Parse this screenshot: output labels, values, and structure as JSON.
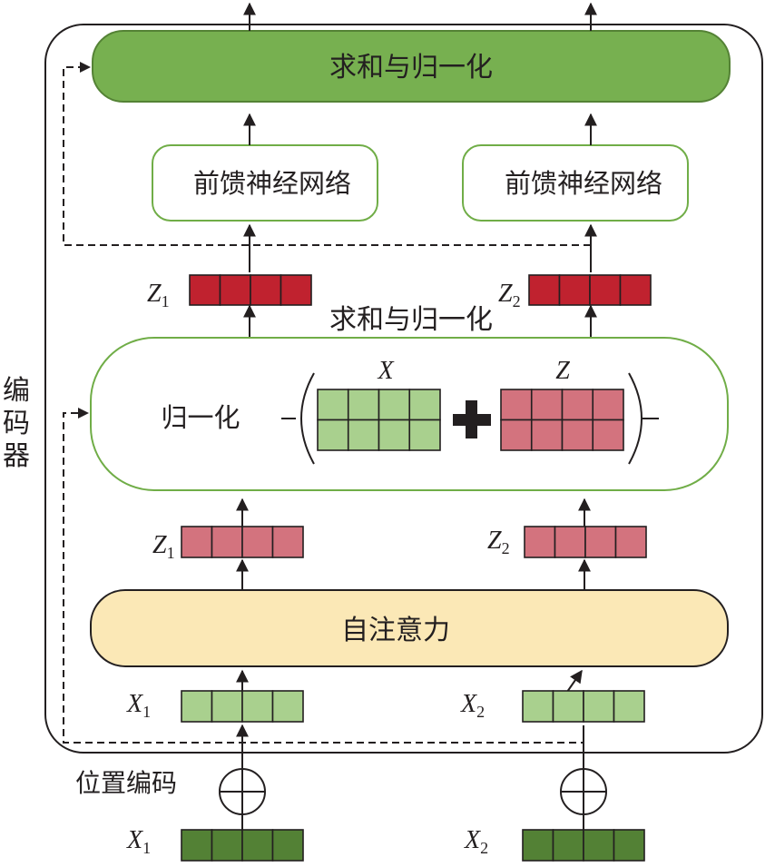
{
  "encoder_label": "编码器",
  "positional_encoding_label": "位置编码",
  "add_norm_top": "求和与归一化",
  "add_norm_mid": "求和与归一化",
  "ffn": [
    "前馈神经网络",
    "前馈神经网络"
  ],
  "normalize_label": "归一化",
  "self_attention": "自注意力",
  "sum_operand_x": "X",
  "sum_operand_z": "Z",
  "var_x": "X",
  "var_z": "Z",
  "idx1": "1",
  "idx2": "2",
  "colors": {
    "top_bar": "#77b050",
    "top_bar_border": "#548235",
    "ffn_border": "#70ad47",
    "norm_border": "#70ad47",
    "attention_fill": "#fbe8b6",
    "vec_dark_red": "#c0222f",
    "vec_pink": "#d3737e",
    "vec_light_green": "#a9d08e",
    "vec_dark_green": "#538135"
  }
}
